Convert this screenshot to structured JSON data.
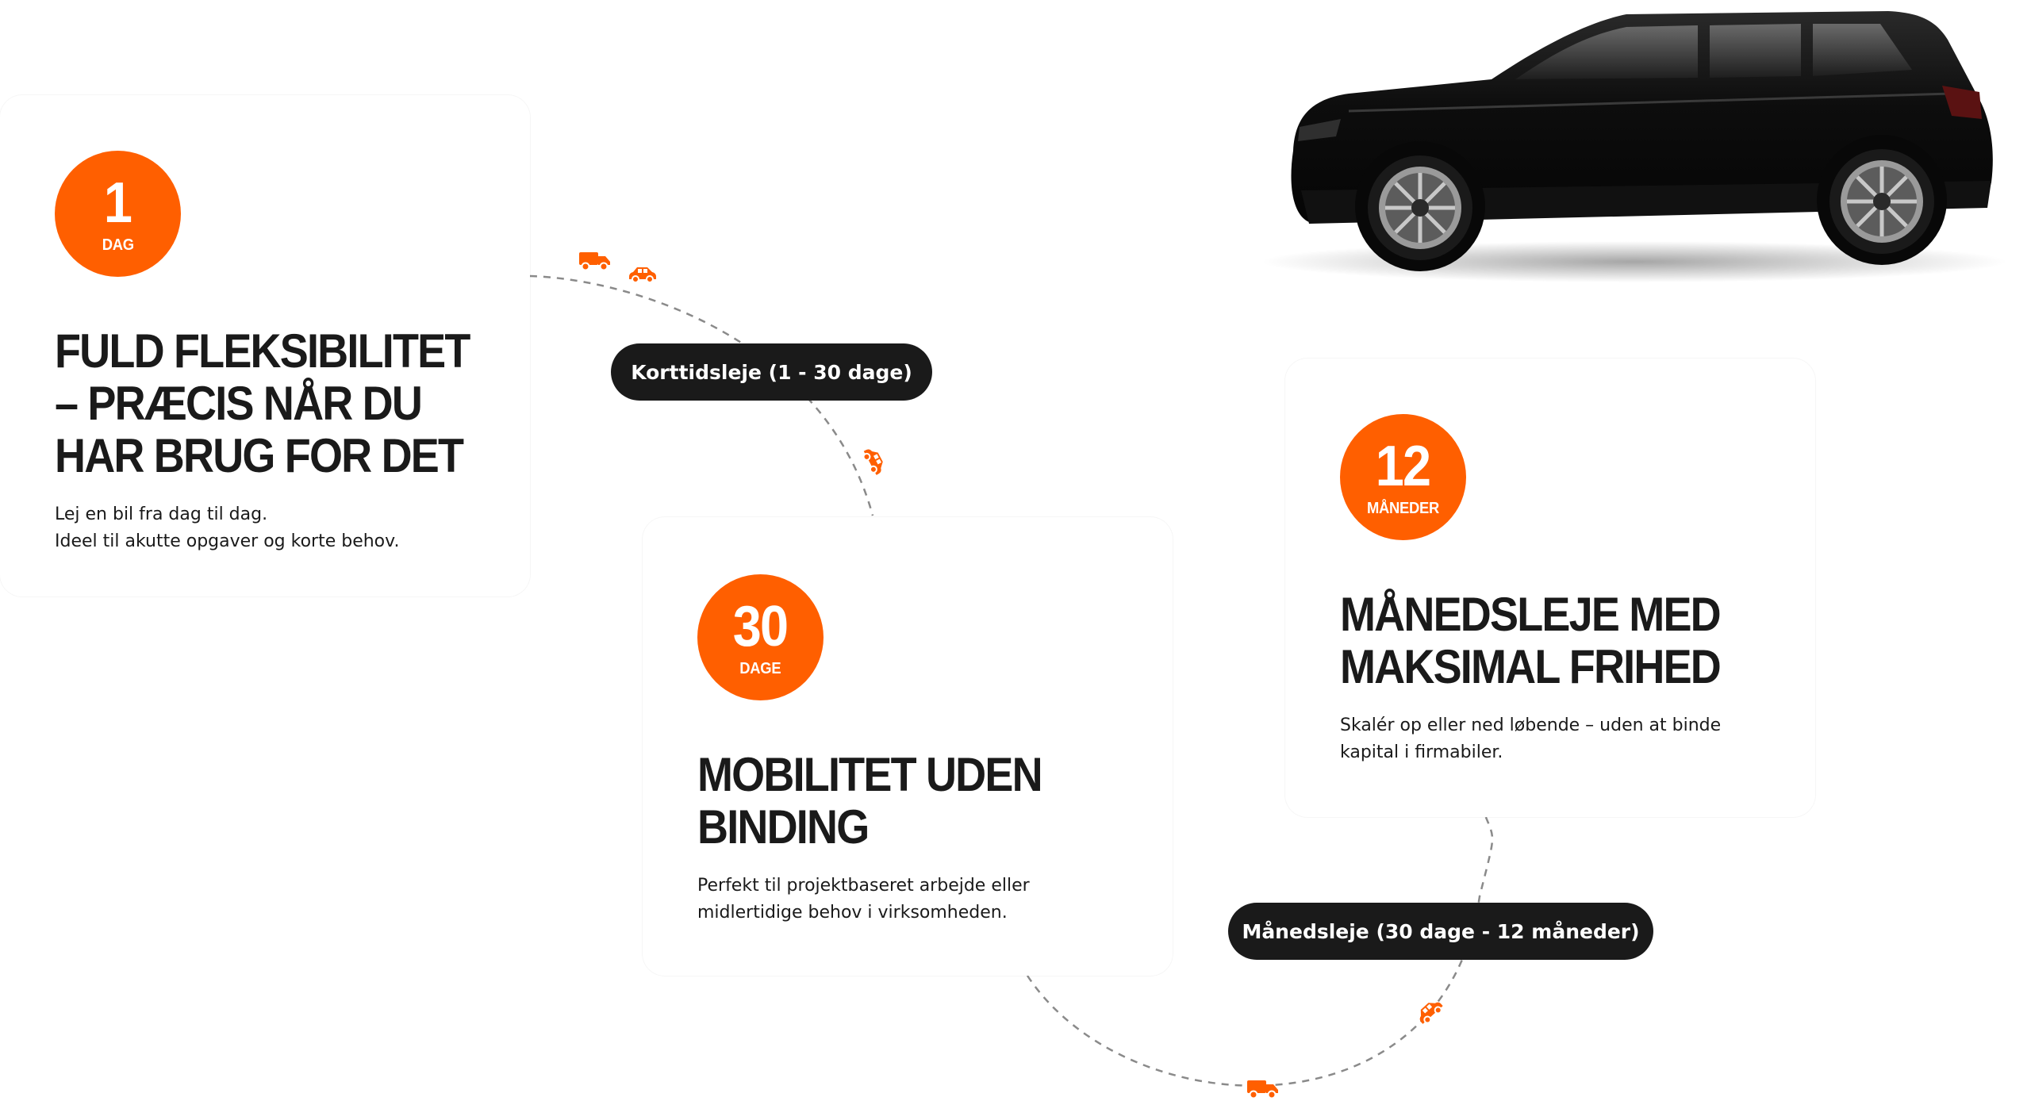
{
  "cards": [
    {
      "badge_number": "1",
      "badge_unit": "DAG",
      "title_lines": [
        "FULD FLEKSIBILITET",
        "– PRÆCIS NÅR DU",
        "HAR BRUG FOR DET"
      ],
      "desc_lines": [
        "Lej en bil fra dag til dag.",
        "Ideel til akutte opgaver og korte behov."
      ]
    },
    {
      "badge_number": "30",
      "badge_unit": "DAGE",
      "title_lines": [
        "MOBILITET UDEN",
        "BINDING"
      ],
      "desc_lines": [
        "Perfekt til projektbaseret arbejde eller",
        "midlertidige behov i virksomheden."
      ]
    },
    {
      "badge_number": "12",
      "badge_unit": "MÅNEDER",
      "title_lines": [
        "MÅNEDSLEJE MED",
        "MAKSIMAL FRIHED"
      ],
      "desc_lines": [
        "Skalér op eller ned løbende – uden at binde",
        "kapital i firmabiler."
      ]
    }
  ],
  "pills": {
    "short_term": "Korttidsleje (1 - 30 dage)",
    "monthly": "Månedsleje (30 dage - 12 måneder)"
  },
  "colors": {
    "accent": "#ff5f00",
    "dark": "#1a1a1a",
    "dash": "#8a8a8a"
  },
  "icons": [
    "truck-icon",
    "car-icon",
    "black-suv-car-image"
  ]
}
